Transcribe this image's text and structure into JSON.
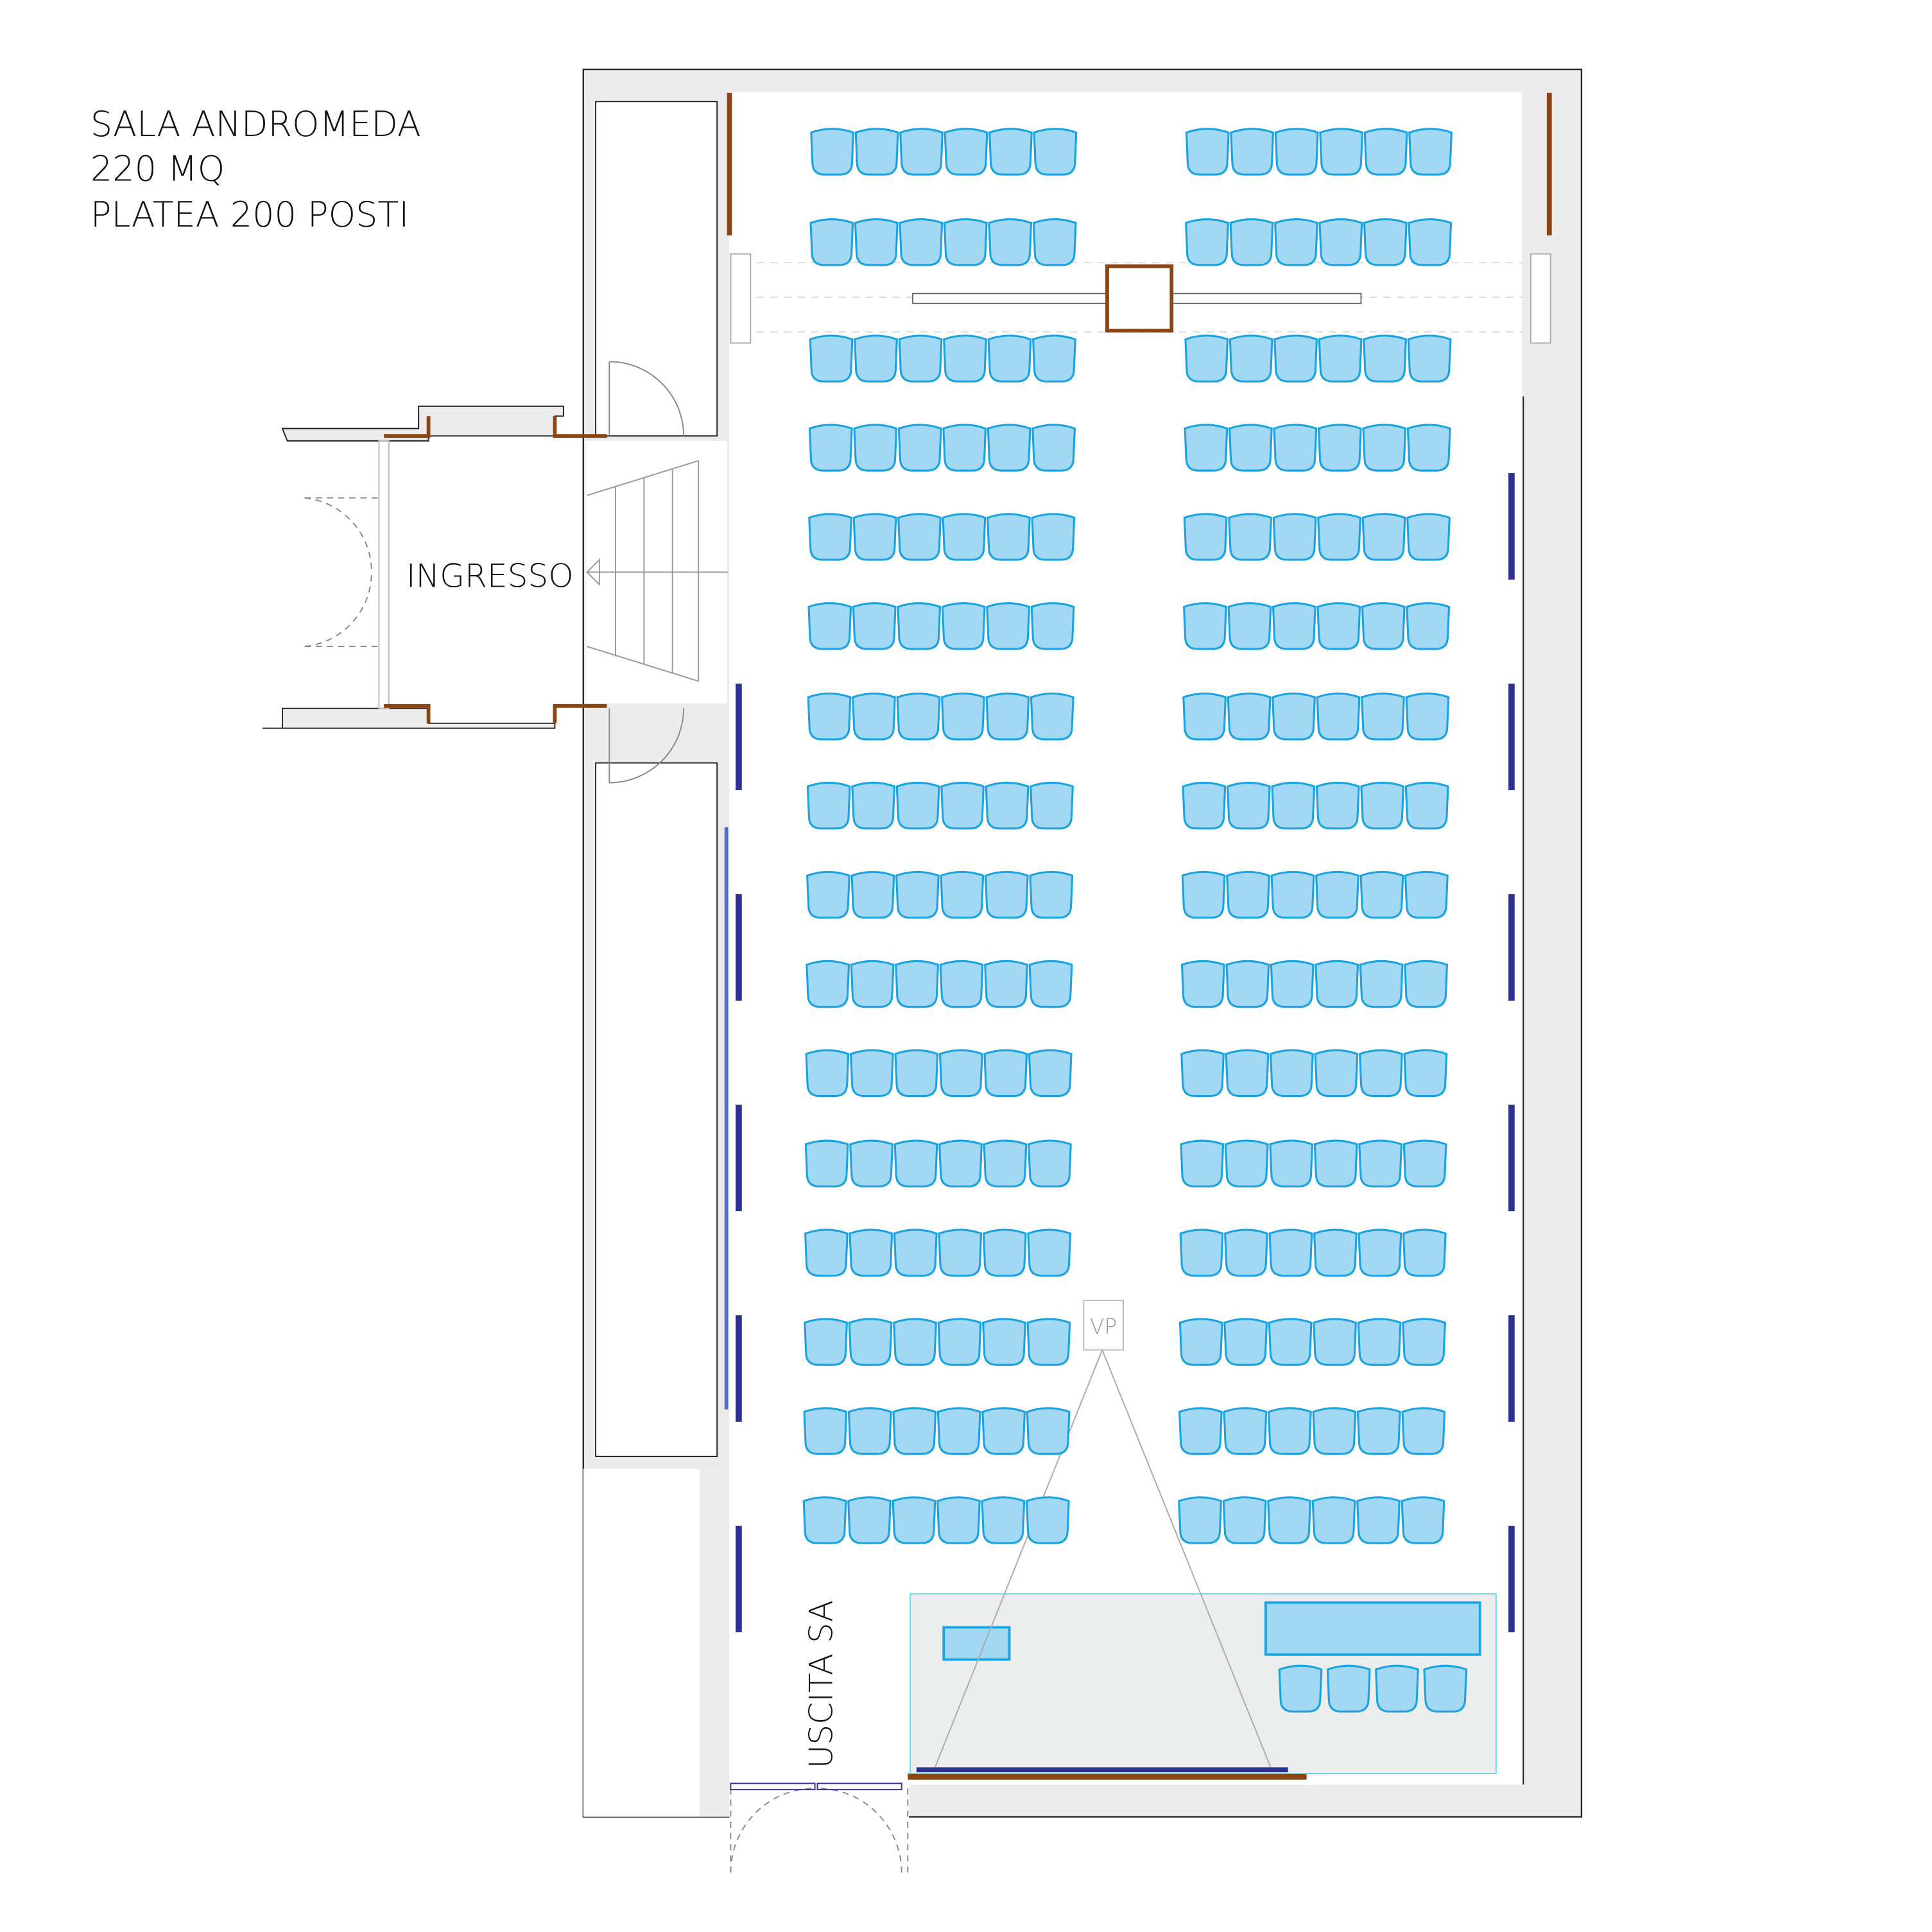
{
  "title": {
    "name": "SALA ANDROMEDA",
    "area": "220 MQ",
    "capacity": "PLATEA 200 POSTI"
  },
  "labels": {
    "entrance": "INGRESSO",
    "exit": "USCITA SA",
    "projector": "VP"
  },
  "seating": {
    "rows": 16,
    "seats_per_block": 6,
    "blocks": 2,
    "stage_chairs": 4
  },
  "colors": {
    "seat_fill": "#a3d8f5",
    "seat_stroke": "#1aa3e0",
    "wall": "#ececec",
    "wood": "#8b4513",
    "window": "#2e3192",
    "stage": "#eceeed"
  }
}
